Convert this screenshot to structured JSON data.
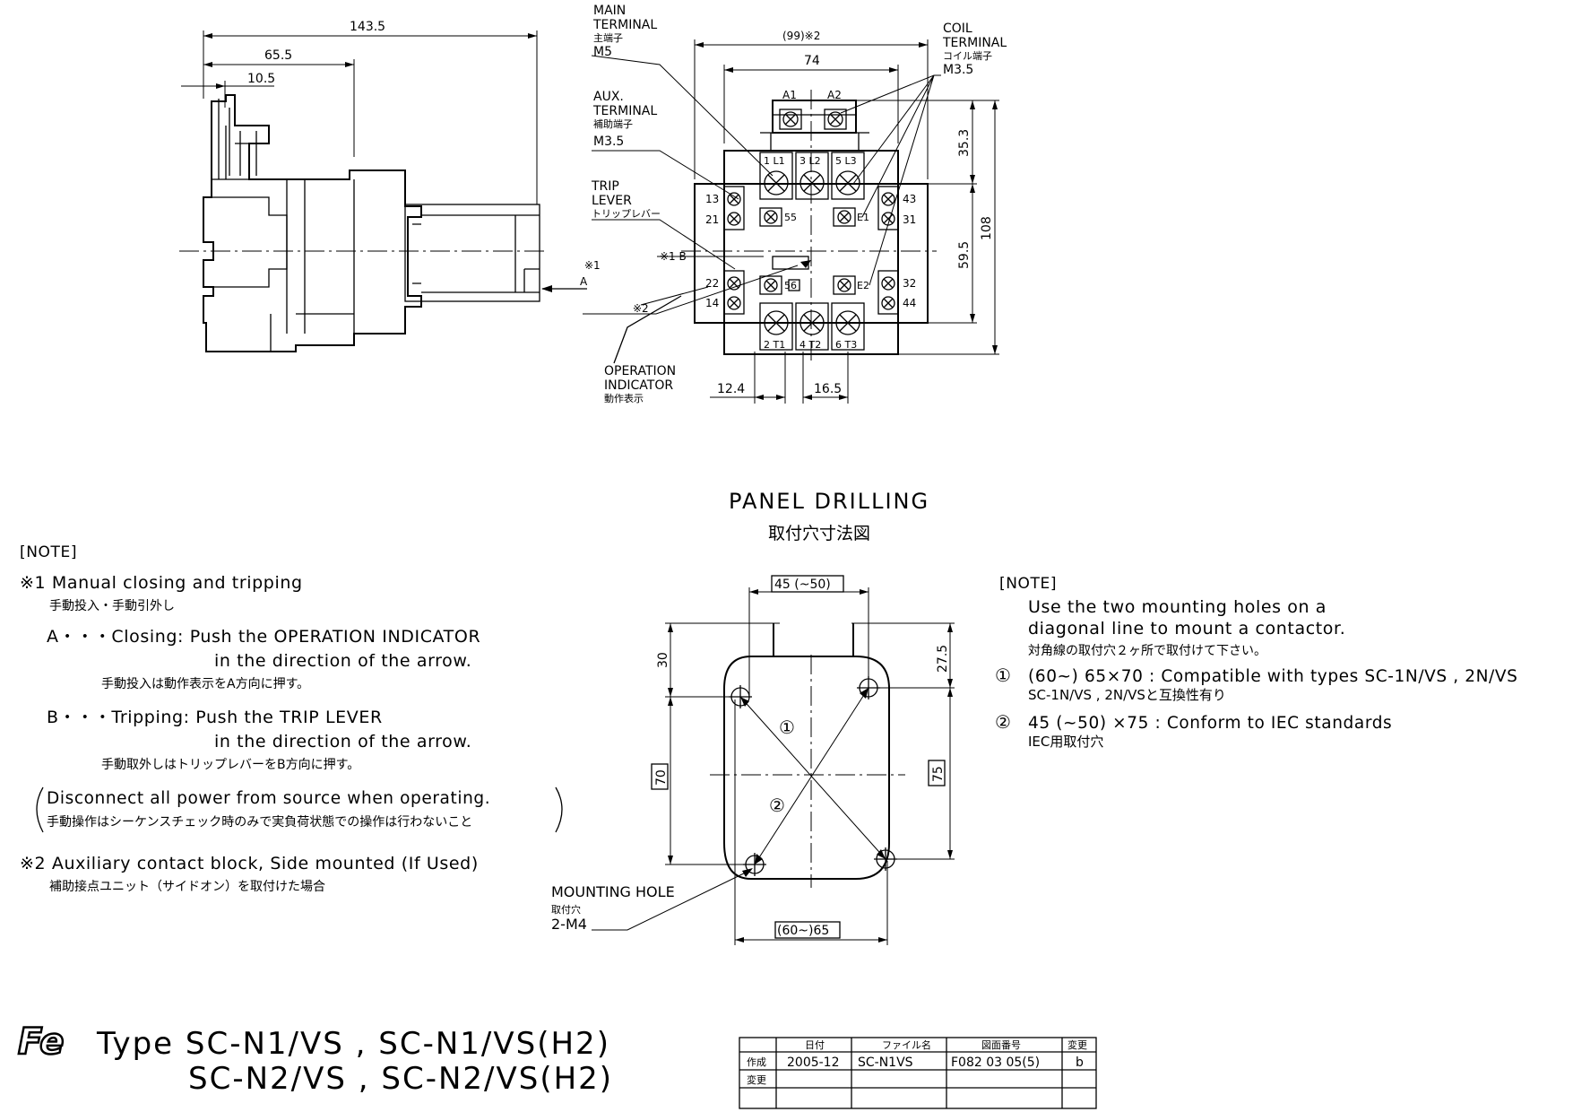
{
  "side_view": {
    "dim_overall": "143.5",
    "dim_mid": "65.5",
    "dim_small": "10.5",
    "arrow_a_ref": "※1",
    "arrow_a_letter": "A"
  },
  "front_view": {
    "dim_top_outer": "(99)※2",
    "dim_top_inner": "74",
    "dim_right_upper": "35.3",
    "dim_right_lower": "59.5",
    "dim_right_overall": "108",
    "dim_bottom_left": "12.4",
    "dim_bottom_right": "16.5",
    "labels": {
      "main_terminal": [
        "MAIN",
        "TERMINAL",
        "主端子",
        "M5"
      ],
      "aux_terminal": [
        "AUX.",
        "TERMINAL",
        "補助端子",
        "M3.5"
      ],
      "trip_lever": [
        "TRIP",
        "LEVER",
        "トリップレバー"
      ],
      "coil_terminal": [
        "COIL",
        "TERMINAL",
        "コイル端子",
        "M3.5"
      ],
      "operation_indicator": [
        "OPERATION",
        "INDICATOR",
        "動作表示"
      ],
      "ref1": "※1 B",
      "ref2": "※2"
    },
    "terminals": {
      "coil": [
        "A1",
        "A2"
      ],
      "main_top": [
        "1 L1",
        "3 L2",
        "5 L3"
      ],
      "main_bottom": [
        "2 T1",
        "4 T2",
        "6 T3"
      ],
      "aux_left": [
        "13",
        "21",
        "22",
        "14"
      ],
      "aux_right": [
        "43",
        "31",
        "32",
        "44"
      ],
      "inner": [
        "55",
        "E1",
        "56",
        "E2"
      ]
    }
  },
  "panel_drilling": {
    "title": "PANEL DRILLING",
    "title_jp": "取付穴寸法図",
    "dim_top": "45 (~50)",
    "dim_bottom": "(60~)65",
    "dim_left_top": "30",
    "dim_left": "70",
    "dim_right_top": "27.5",
    "dim_right": "75",
    "mark1": "①",
    "mark2": "②",
    "mounting_hole": [
      "MOUNTING HOLE",
      "取付穴",
      "2-M4"
    ]
  },
  "notes_left": {
    "header": "[NOTE]",
    "n1": "※1 Manual closing and tripping",
    "n1_jp": "手動投入・手動引外し",
    "a_line1": "A・・・Closing: Push the OPERATION INDICATOR",
    "a_line2": "in the direction of the arrow.",
    "a_jp": "手動投入は動作表示をA方向に押す。",
    "b_line1": "B・・・Tripping: Push the TRIP LEVER",
    "b_line2": "in the direction of the arrow.",
    "b_jp": "手動取外しはトリップレバーをB方向に押す。",
    "warn": "Disconnect all power from source when operating.",
    "warn_jp": "手動操作はシーケンスチェック時のみで実負荷状態での操作は行わないこと",
    "n2": "※2 Auxiliary contact block, Side mounted (If Used)",
    "n2_jp": "補助接点ユニット（サイドオン）を取付けた場合"
  },
  "notes_right": {
    "header": "[NOTE]",
    "line1": "Use the two mounting holes on a",
    "line2": "diagonal line to mount a contactor.",
    "line_jp": "対角線の取付穴２ヶ所で取付けて下さい。",
    "item1_mark": "①",
    "item1": "(60~) 65×70 : Compatible with types SC-1N/VS , 2N/VS",
    "item1_sub": "SC-1N/VS , 2N/VSと互換性有り",
    "item2_mark": "②",
    "item2": "45 (~50) ×75 : Conform to  IEC standards",
    "item2_sub": "IEC用取付穴"
  },
  "title_block": {
    "logo": "Fe",
    "type_line1": "Type  SC-N1/VS , SC-N1/VS(H2)",
    "type_line2": "SC-N2/VS , SC-N2/VS(H2)",
    "headers": [
      "日付",
      "ファイル名",
      "図面番号",
      "変更"
    ],
    "row1_label": "作成",
    "row1": [
      "2005-12",
      "SC-N1VS",
      "F082 03 05(5)",
      "b"
    ],
    "row2_label": "変更"
  }
}
